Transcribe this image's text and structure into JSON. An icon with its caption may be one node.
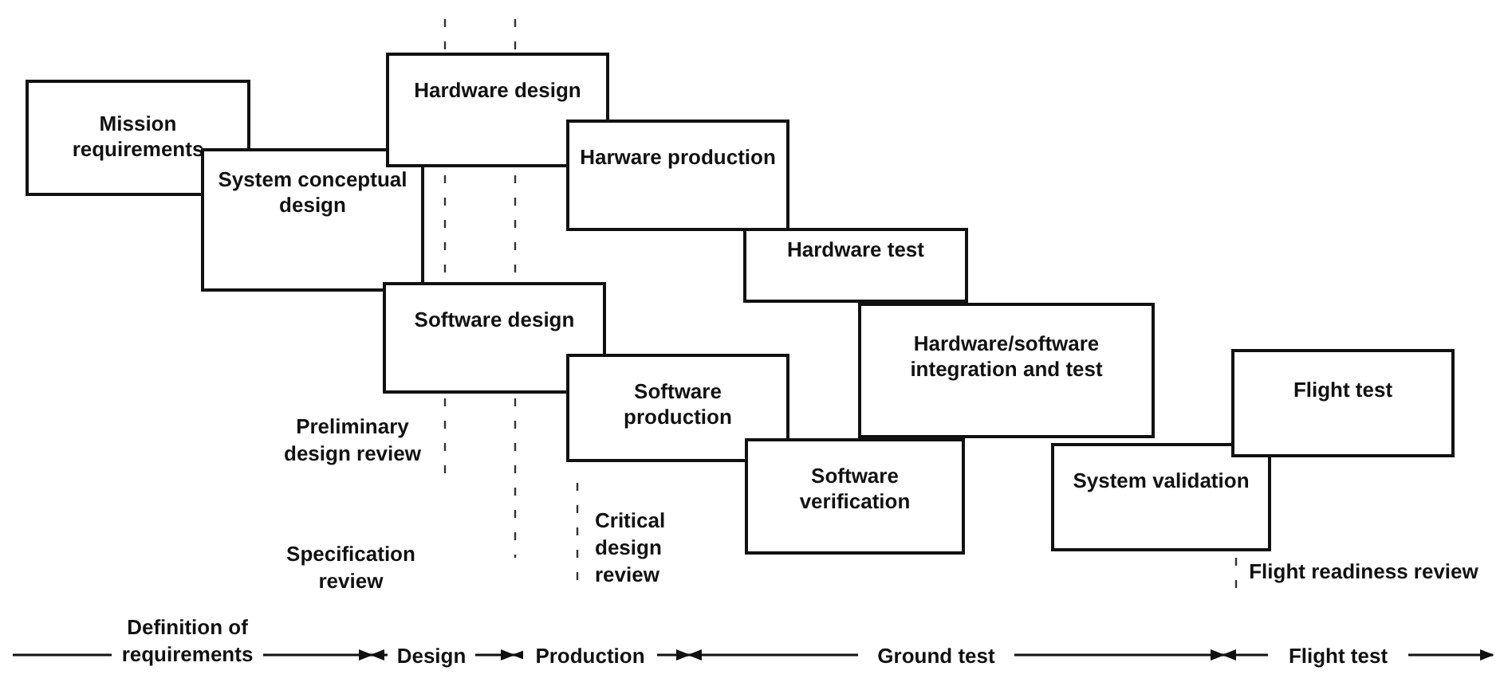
{
  "diagram": {
    "nodes": [
      {
        "text": [
          "Mission requirements"
        ]
      },
      {
        "text": [
          "System conceptual design"
        ]
      },
      {
        "text": [
          "Hardware design"
        ]
      },
      {
        "text": [
          "Software design"
        ]
      },
      {
        "text": [
          "Harware production"
        ]
      },
      {
        "text": [
          "Software production"
        ]
      },
      {
        "text": [
          "Hardware test"
        ]
      },
      {
        "text": [
          "Hardware/software integration and test"
        ]
      },
      {
        "text": [
          "Software verification"
        ]
      },
      {
        "text": [
          "System validation"
        ]
      },
      {
        "text": [
          "Flight test"
        ]
      }
    ],
    "labels": [
      "Preliminary design review",
      "Specification review",
      "Critical design review",
      "Flight readiness review",
      "Definition of requirements",
      "Design",
      "Production",
      "Ground test",
      "Flight test"
    ]
  }
}
